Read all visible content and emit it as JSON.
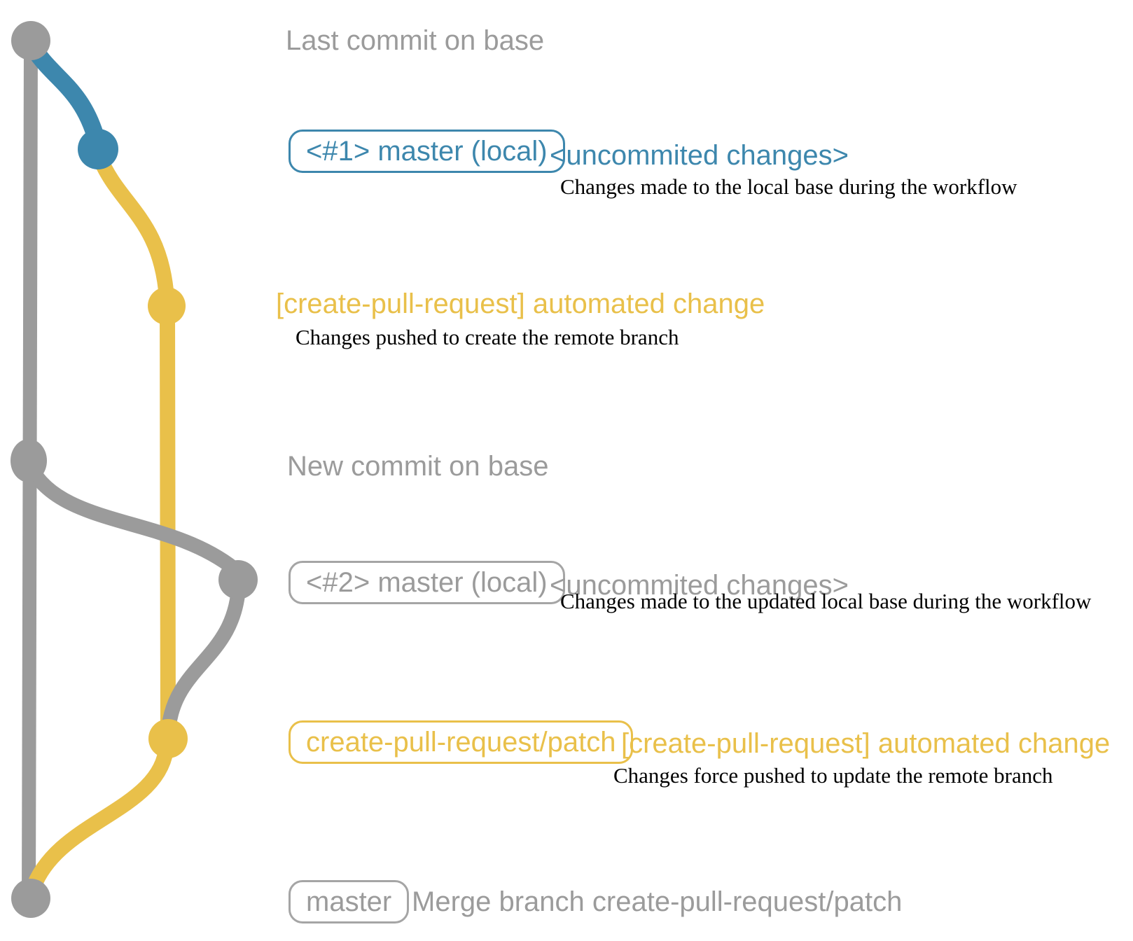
{
  "diagram": {
    "type": "git-branch-graph",
    "colors": {
      "base_branch_gray": "#9b9b9b",
      "local_branch_blue": "#3d87ad",
      "remote_branch_yellow": "#e9c04a",
      "description_text": "#000000",
      "background": "#ffffff"
    },
    "commits": [
      {
        "id": "base-1",
        "branch": "base",
        "color": "gray"
      },
      {
        "id": "local-1",
        "branch": "master (local) #1",
        "color": "blue"
      },
      {
        "id": "remote-1",
        "branch": "create-pull-request/patch",
        "color": "yellow"
      },
      {
        "id": "base-2",
        "branch": "base",
        "color": "gray"
      },
      {
        "id": "local-2",
        "branch": "master (local) #2",
        "color": "gray"
      },
      {
        "id": "remote-2",
        "branch": "create-pull-request/patch",
        "color": "yellow"
      },
      {
        "id": "merge",
        "branch": "base",
        "color": "gray"
      }
    ]
  },
  "rows": {
    "row1": {
      "text": "Last commit on base"
    },
    "row2": {
      "branch_label": "<#1> master (local)",
      "note": "<uncommited changes>",
      "description": "Changes made to the local base during the workflow"
    },
    "row3": {
      "heading": "[create-pull-request] automated change",
      "description": "Changes pushed to create the remote branch"
    },
    "row4": {
      "text": "New commit on base"
    },
    "row5": {
      "branch_label": "<#2> master (local)",
      "note": "<uncommited changes>",
      "description": "Changes made to the updated local base during the workflow"
    },
    "row6": {
      "branch_label": "create-pull-request/patch",
      "heading": "[create-pull-request] automated change",
      "description": "Changes force pushed to update the remote branch"
    },
    "row7": {
      "branch_label": "master",
      "text": "Merge branch create-pull-request/patch"
    }
  }
}
